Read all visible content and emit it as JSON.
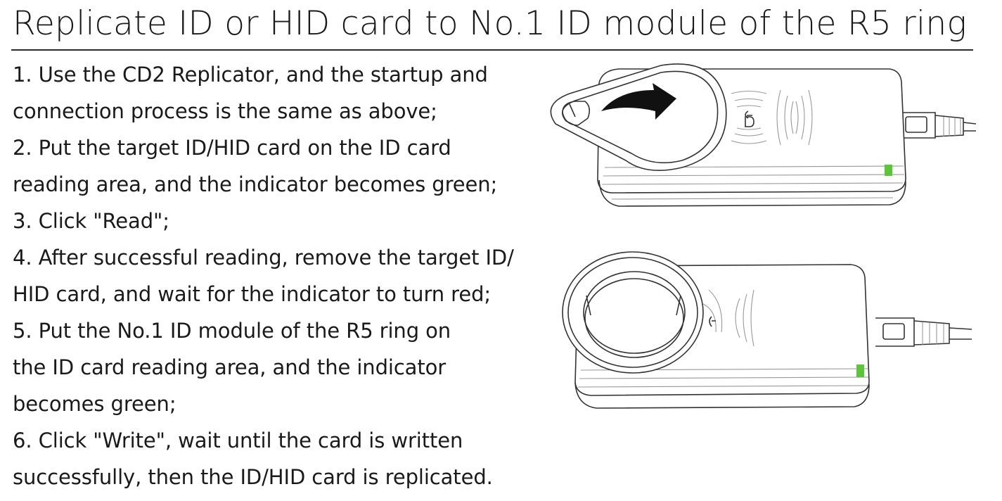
{
  "title": "Replicate ID or HID card to No.1 ID module of the R5 ring",
  "steps": [
    "1. Use the CD2 Replicator, and the startup and",
    "connection process is the same as above;",
    "2. Put the target ID/HID card on the ID card",
    "reading area, and the indicator becomes green;",
    "3. Click  \"Read\";",
    "4. After successful reading, remove the target ID/",
    "HID card, and wait for the indicator to turn red;",
    "5. Put the No.1 ID module of the R5 ring on",
    "the ID card reading area, and the indicator",
    "becomes green;",
    "6. Click \"Write\", wait until the card is written",
    "successfully, then the ID/HID card is replicated."
  ],
  "colors": {
    "indicator": "#5cc63a",
    "text": "#1a1a1a",
    "line": "#333333"
  },
  "icons": [
    "replicator-device-icon",
    "keyfob-tag-icon",
    "arrow-icon",
    "r5-ring-icon",
    "usb-cable-icon",
    "indicator-led-icon"
  ]
}
